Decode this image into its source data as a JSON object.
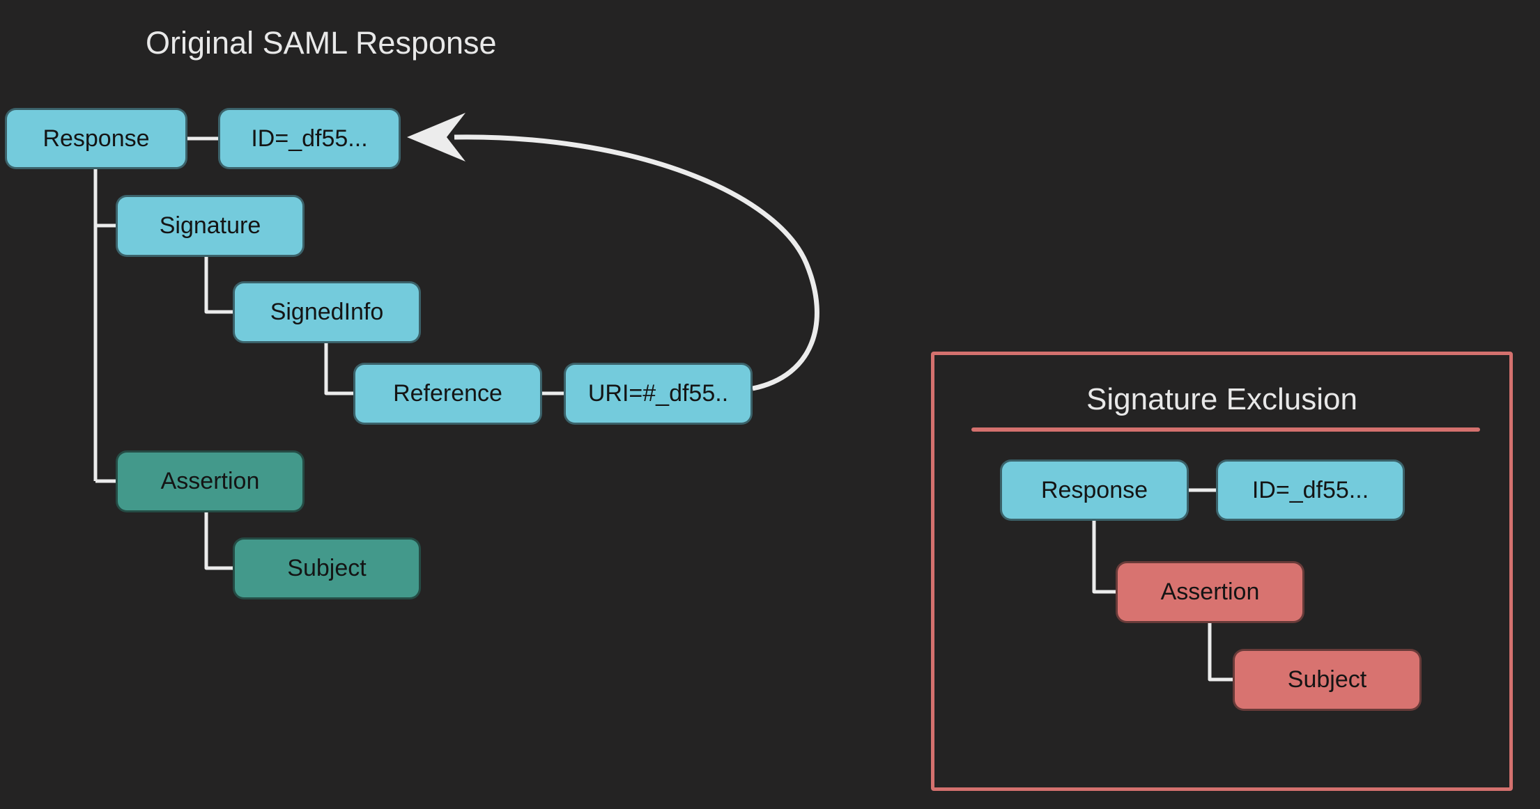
{
  "colors": {
    "background": "#242323",
    "node_blue": "#74cbdc",
    "node_teal": "#43998b",
    "node_red": "#d87370",
    "connector": "#ececec",
    "panel_border": "#d4716e",
    "title_text": "#e8e8e8",
    "node_text": "#141414"
  },
  "left": {
    "title": "Original SAML Response",
    "nodes": {
      "response": "Response",
      "id": "ID=_df55...",
      "signature": "Signature",
      "signedinfo": "SignedInfo",
      "reference": "Reference",
      "uri": "URI=#_df55..",
      "assertion": "Assertion",
      "subject": "Subject"
    },
    "edges": [
      [
        "response",
        "id"
      ],
      [
        "response",
        "signature"
      ],
      [
        "signature",
        "signedinfo"
      ],
      [
        "signedinfo",
        "reference"
      ],
      [
        "reference",
        "uri"
      ],
      [
        "response",
        "assertion"
      ],
      [
        "assertion",
        "subject"
      ],
      [
        "uri",
        "id (curved arrow: URI reference points back to Response ID)"
      ]
    ]
  },
  "right": {
    "title": "Signature Exclusion",
    "nodes": {
      "response": "Response",
      "id": "ID=_df55...",
      "assertion": "Assertion",
      "subject": "Subject"
    },
    "edges": [
      [
        "response",
        "id"
      ],
      [
        "response",
        "assertion"
      ],
      [
        "assertion",
        "subject"
      ]
    ]
  }
}
